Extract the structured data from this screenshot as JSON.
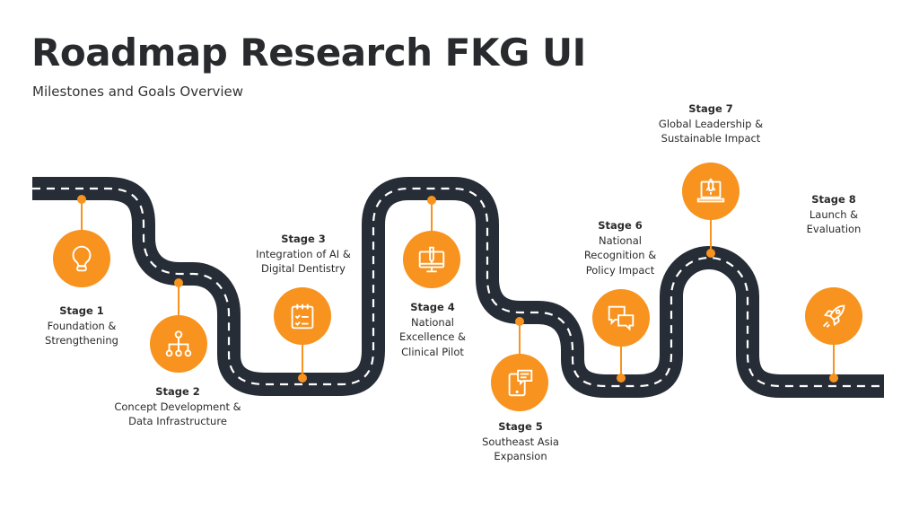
{
  "header": {
    "title": "Roadmap Research FKG UI",
    "subtitle": "Milestones and Goals Overview"
  },
  "colors": {
    "accent": "#F7931E",
    "road": "#272D36",
    "lane": "#FFFFFF"
  },
  "stages": [
    {
      "title": "Stage 1",
      "lines": [
        "Foundation &",
        "Strengthening"
      ],
      "icon": "lightbulb-icon"
    },
    {
      "title": "Stage 2",
      "lines": [
        "Concept Development &",
        "Data Infrastructure"
      ],
      "icon": "hierarchy-icon"
    },
    {
      "title": "Stage 3",
      "lines": [
        "Integration of AI &",
        "Digital Dentistry"
      ],
      "icon": "checklist-calendar-icon"
    },
    {
      "title": "Stage 4",
      "lines": [
        "National",
        "Excellence &",
        "Clinical Pilot"
      ],
      "icon": "monitor-pen-icon"
    },
    {
      "title": "Stage 5",
      "lines": [
        "Southeast Asia",
        "Expansion"
      ],
      "icon": "tablet-chat-icon"
    },
    {
      "title": "Stage 6",
      "lines": [
        "National",
        "Recognition &",
        "Policy Impact"
      ],
      "icon": "chat-bubbles-icon"
    },
    {
      "title": "Stage 7",
      "lines": [
        "Global Leadership &",
        "Sustainable Impact"
      ],
      "icon": "laptop-rocket-icon"
    },
    {
      "title": "Stage 8",
      "lines": [
        "Launch &",
        "Evaluation"
      ],
      "icon": "rocket-icon"
    }
  ]
}
